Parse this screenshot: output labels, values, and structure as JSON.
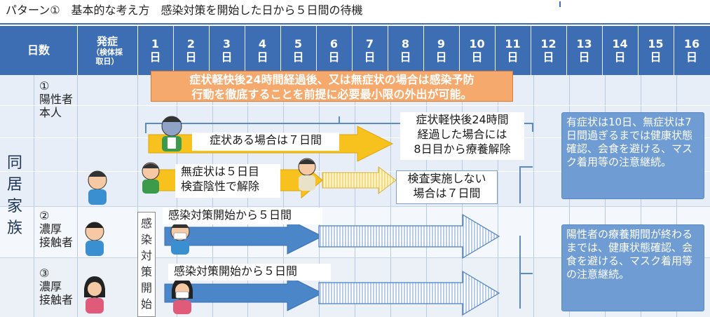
{
  "title": "パターン①　基本的な考え方　感染対策を開始した日から５日間の待機",
  "header": {
    "days_label": "日数",
    "onset_main": "発症",
    "onset_sub1": "（検体採",
    "onset_sub2": "取日）",
    "day_suffix": "日",
    "days": [
      "1",
      "2",
      "3",
      "4",
      "5",
      "6",
      "7",
      "8",
      "9",
      "10",
      "11",
      "12",
      "13",
      "14",
      "15",
      "16"
    ]
  },
  "family": [
    "同",
    "居",
    "家",
    "族"
  ],
  "rows": {
    "r1_num": "①",
    "r1_a": "陽性者",
    "r1_b": "本人",
    "r2_num": "②",
    "r2_a": "濃厚",
    "r2_b": "接触者",
    "r3_num": "③",
    "r3_a": "濃厚",
    "r3_b": "接触者"
  },
  "orange_note": {
    "line1": "症状軽快後24時間経過後、又は無症状の場合は感染予防",
    "line2": "行動を徹底することを前提に必要最小限の外出が可能。"
  },
  "symptom_box": "症状ある場合は７日間",
  "release_box": {
    "line1": "症状軽快後24時間",
    "line2": "経過した場合には",
    "line3": "8日目から療養解除"
  },
  "asymptomatic_box": {
    "line1": "無症状は５日目",
    "line2": "検査陰性で解除"
  },
  "no_test_box": {
    "line1": "検査実施しない",
    "line2": "場合は７日間"
  },
  "blue_note1": "有症状は10日、無症状は7日間過ぎるまでは健康状態確認、会食を避ける、マスク着用等の注意継続。",
  "blue_note2": "陽性者の療養期間が終わるまでは、健康状態確認、会食を避ける、マスク着用等の注意継続。",
  "contact_start": "感染対策開始から５日間",
  "contact_start2": "感染対策開始から５日間",
  "vertical_label": [
    "感",
    "染",
    "対",
    "策",
    "開",
    "始"
  ],
  "colors": {
    "header": "#3d6eb4",
    "orange": "#f6a96c",
    "yellow_arrow": "#f7c21d",
    "blue_arrow": "#4a86c8",
    "blue_note": "#6f9cd3"
  }
}
